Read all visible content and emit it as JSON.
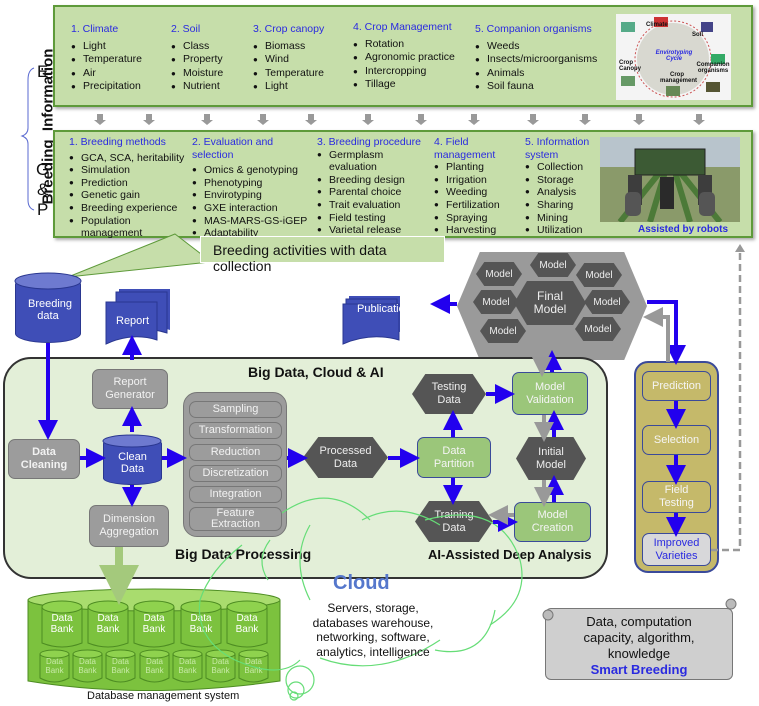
{
  "side_label": "Breeding  Information",
  "letters": {
    "e": "E",
    "g": "G",
    "amp": "&",
    "p": "P"
  },
  "environment_panel": {
    "columns": [
      {
        "heading": "1. Climate",
        "items": [
          "Light",
          "Temperature",
          "Air",
          "Precipitation"
        ]
      },
      {
        "heading": "2. Soil",
        "items": [
          "Class",
          "Property",
          "Moisture",
          "Nutrient"
        ]
      },
      {
        "heading": "3. Crop canopy",
        "items": [
          "Biomass",
          "Wind",
          "Temperature",
          "Light"
        ]
      },
      {
        "heading": "4. Crop Management",
        "items": [
          "Rotation",
          "Agronomic practice",
          "Intercropping",
          "Tillage"
        ]
      },
      {
        "heading": "5. Companion organisms",
        "items": [
          "Weeds",
          "Insects/microorganisms",
          "Animals",
          "Soil fauna"
        ]
      }
    ],
    "image": {
      "center_label": "Envirotyping Cycle",
      "labels": [
        "Climate",
        "Soil",
        "Crop Canopy",
        "Crop management",
        "Companion organisms"
      ]
    }
  },
  "gp_panel": {
    "columns": [
      {
        "heading": "1. Breeding methods",
        "items": [
          "GCA, SCA, heritability",
          "Simulation",
          "Prediction",
          "Genetic gain",
          "Breeding experience",
          "Population management"
        ]
      },
      {
        "heading": "2. Evaluation and selection",
        "items": [
          "Omics & genotyping",
          "Phenotyping",
          "Envirotyping",
          "GXE interaction",
          "MAS-MARS-GS-iGEP",
          "Adaptability"
        ]
      },
      {
        "heading": "3. Breeding procedure",
        "items": [
          "Germplasm evaluation",
          "Breeding design",
          "Parental choice",
          "Trait evaluation",
          "Field testing",
          "Varietal release"
        ]
      },
      {
        "heading": "4. Field management",
        "items": [
          "Planting",
          "Irrigation",
          "Weeding",
          "Fertilization",
          "Spraying",
          "Harvesting"
        ]
      },
      {
        "heading": "5. Information system",
        "items": [
          "Collection",
          "Storage",
          "Analysis",
          "Sharing",
          "Mining",
          "Utilization"
        ]
      }
    ],
    "image_caption": "Assisted by robots"
  },
  "callout": "Breeding activities with data collection",
  "nodes": {
    "breeding_data": "Breeding data",
    "report": "Report",
    "publication": "Publication",
    "report_generator": "Report Generator",
    "data_cleaning": "Data Cleaning",
    "clean_data": "Clean Data",
    "dimension_aggregation": "Dimension Aggregation",
    "processing_steps": [
      "Sampling",
      "Transformation",
      "Reduction",
      "Discretization",
      "Integration",
      "Feature Extraction"
    ],
    "processed_data": "Processed Data",
    "data_partition": "Data Partition",
    "testing_data": "Testing Data",
    "training_data": "Training Data",
    "model_validation": "Model Validation",
    "initial_model": "Initial Model",
    "model_creation": "Model Creation",
    "final_model": "Final Model",
    "model": "Model"
  },
  "section_titles": {
    "big_data": "Big Data, Cloud & AI",
    "processing": "Big Data Processing",
    "analysis": "AI-Assisted Deep Analysis"
  },
  "pipeline": [
    "Prediction",
    "Selection",
    "Field Testing",
    "Improved Varieties"
  ],
  "cloud": {
    "title": "Cloud",
    "text": "Servers, storage, databases warehouse, networking, software, analytics, intelligence"
  },
  "database": {
    "bank_label": "Data Bank",
    "caption": "Database management system"
  },
  "scroll": {
    "text": "Data, computation capacity, algorithm, knowledge",
    "highlight": "Smart Breeding"
  },
  "colors": {
    "panel_green": "#c6deaa",
    "heading_blue": "#2a2ae0",
    "arrow_blue": "#2200ee",
    "cylinder_blue": "#3f4eb7",
    "olive": "#c5b96a"
  }
}
